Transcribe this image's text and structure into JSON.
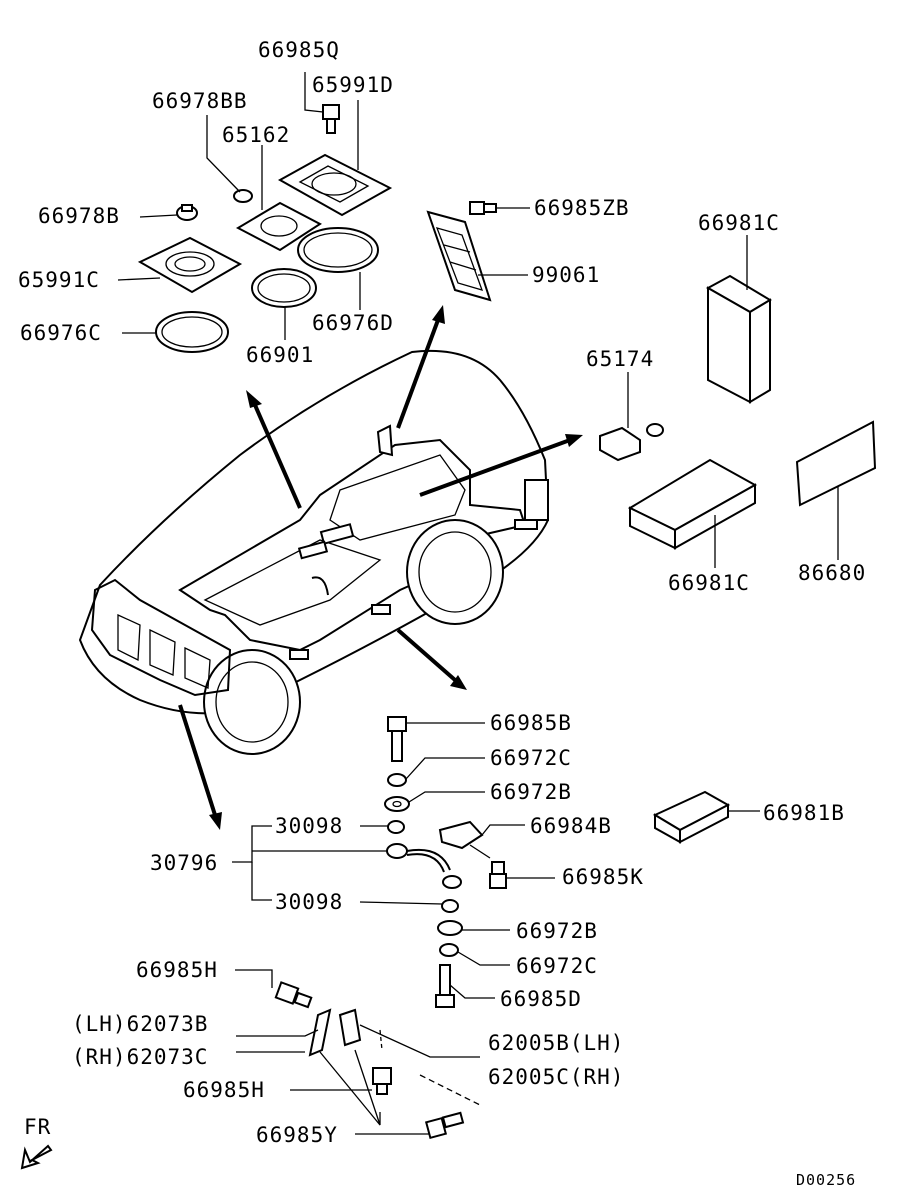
{
  "parts": {
    "p66985Q": "66985Q",
    "p65991D": "65991D",
    "p66978BB": "66978BB",
    "p65162": "65162",
    "p66978B": "66978B",
    "p66985ZB": "66985ZB",
    "p65991C": "65991C",
    "p99061": "99061",
    "p66981C_top": "66981C",
    "p66976C": "66976C",
    "p66976D": "66976D",
    "p66901": "66901",
    "p65174": "65174",
    "p66981C_bottom": "66981C",
    "p86680": "86680",
    "p66985B": "66985B",
    "p66972C_a": "66972C",
    "p66972B_a": "66972B",
    "p66981B": "66981B",
    "p30098_a": "30098",
    "p66984B": "66984B",
    "p30796": "30796",
    "p66985K": "66985K",
    "p30098_b": "30098",
    "p66972B_b": "66972B",
    "p66972C_b": "66972C",
    "p66985H_a": "66985H",
    "p66985D": "66985D",
    "p62073B": "(LH)62073B",
    "p62073C": "(RH)62073C",
    "p62005B": "62005B(LH)",
    "p62005C": "62005C(RH)",
    "p66985H_b": "66985H",
    "p66985Y": "66985Y"
  },
  "direction_label": "FR",
  "diagram_code": "D00256"
}
